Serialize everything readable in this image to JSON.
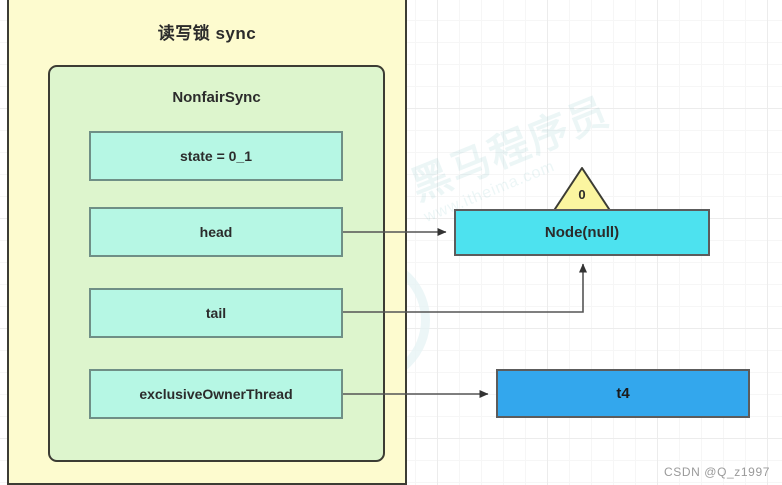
{
  "diagram": {
    "title": "读写锁 sync",
    "outer_panel": {
      "label": "读写锁 sync",
      "fill_color": "#fdfbcf",
      "border_color": "#3c3c34"
    },
    "inner_panel": {
      "label": "NonfairSync",
      "fill_color": "#ddf5cd",
      "border_color": "#3c3c34"
    },
    "fields": [
      {
        "name": "state",
        "label": "state = 0_1",
        "fill_color": "#b6f7e4"
      },
      {
        "name": "head",
        "label": "head",
        "fill_color": "#b6f7e4"
      },
      {
        "name": "tail",
        "label": "tail",
        "fill_color": "#b6f7e4"
      },
      {
        "name": "exclusiveOwnerThread",
        "label": "exclusiveOwnerThread",
        "fill_color": "#b6f7e4"
      }
    ],
    "nodes": [
      {
        "name": "head-node",
        "label": "Node(null)",
        "fill_color": "#4de2ef"
      },
      {
        "name": "owner-thread",
        "label": "t4",
        "fill_color": "#33a7ed"
      }
    ],
    "waitstatus": {
      "label": "0",
      "fill_color": "#fbf5a0",
      "border_color": "#3c3c34"
    },
    "edges": [
      {
        "from": "head",
        "to": "Node(null)",
        "style": "straight-arrow"
      },
      {
        "from": "tail",
        "to": "Node(null)",
        "style": "elbow-arrow-up"
      },
      {
        "from": "exclusiveOwnerThread",
        "to": "t4",
        "style": "straight-arrow"
      }
    ]
  },
  "watermark": {
    "brand_line1": "黑马程序员",
    "brand_line2": "www.itheima.com",
    "credit": "CSDN @Q_z1997"
  }
}
